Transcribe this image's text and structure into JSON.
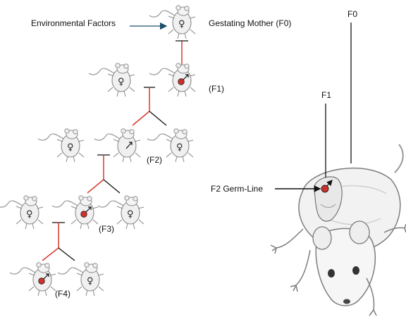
{
  "labels": {
    "environmental_factors": "Environmental Factors",
    "gestating_mother": "Gestating Mother (F0)",
    "f1": "(F1)",
    "f2": "(F2)",
    "f3": "(F3)",
    "f4": "(F4)",
    "big_f0": "F0",
    "big_f1": "F1",
    "f2_germ_line": "F2 Germ-Line"
  },
  "symbols": {
    "female": "♀",
    "male": "♂"
  },
  "colors": {
    "red_line": "#d9392b",
    "black_line": "#111111",
    "mouse_fill": "#f0f0f0",
    "mouse_stroke": "#8a8a8a",
    "germ_dot": "#d0302a",
    "arrow_blue": "#1d4f6e"
  }
}
